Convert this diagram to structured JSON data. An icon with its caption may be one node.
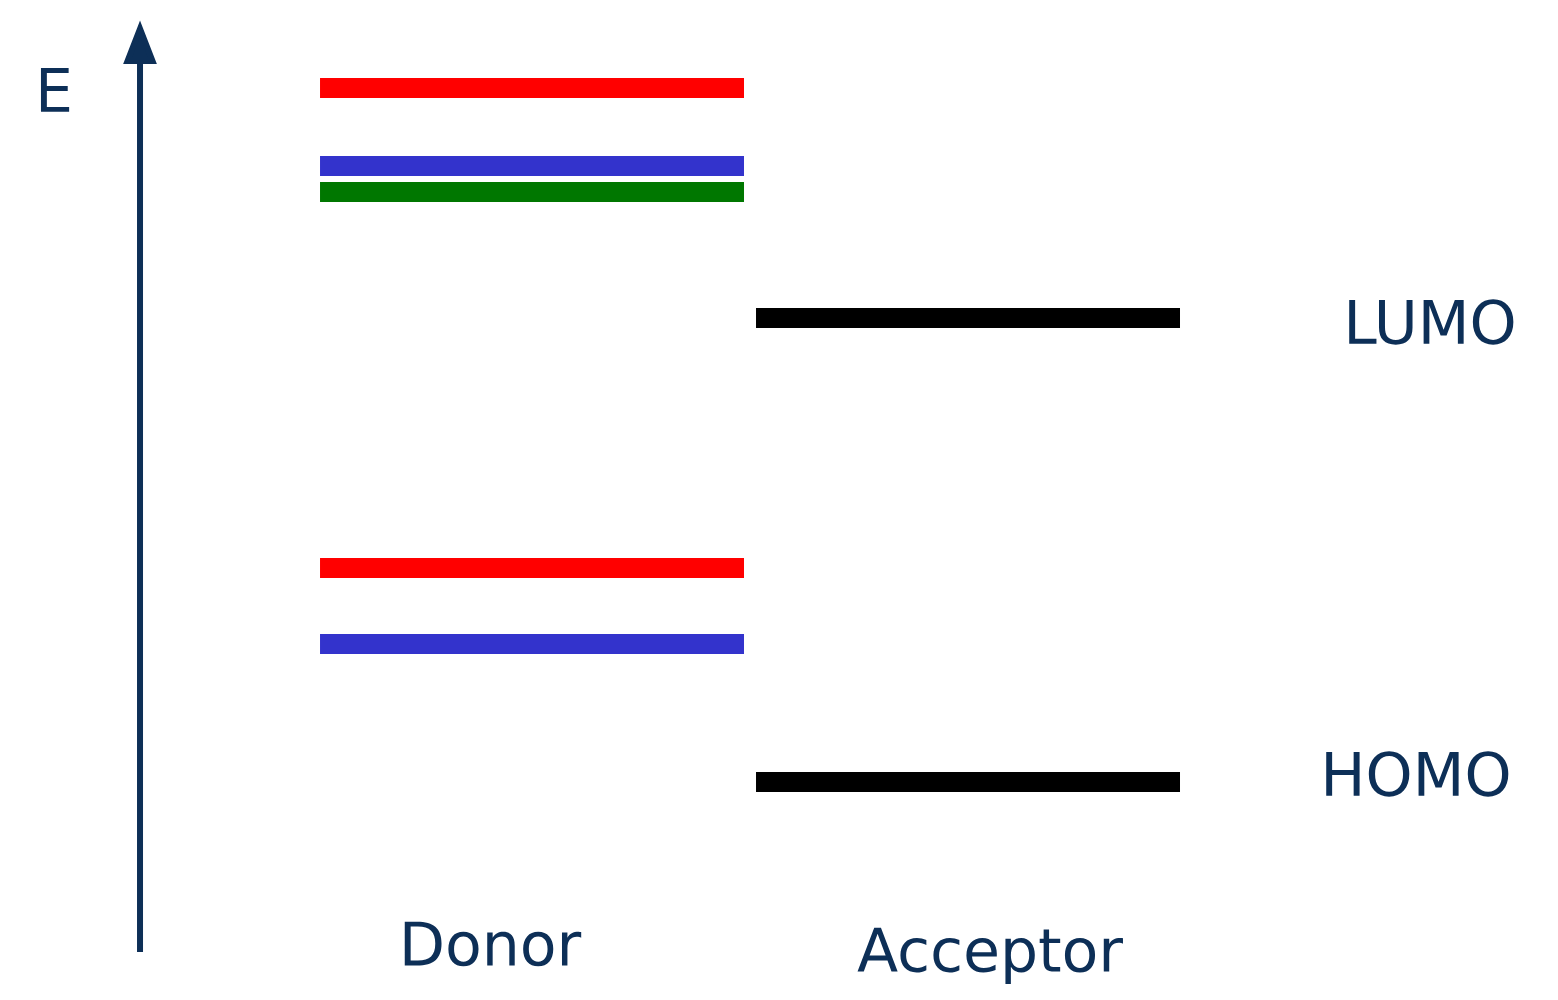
{
  "diagram": {
    "labels": [
      "E",
      "LUMO",
      "HOMO",
      "Donor",
      "Acceptor"
    ]
  }
}
